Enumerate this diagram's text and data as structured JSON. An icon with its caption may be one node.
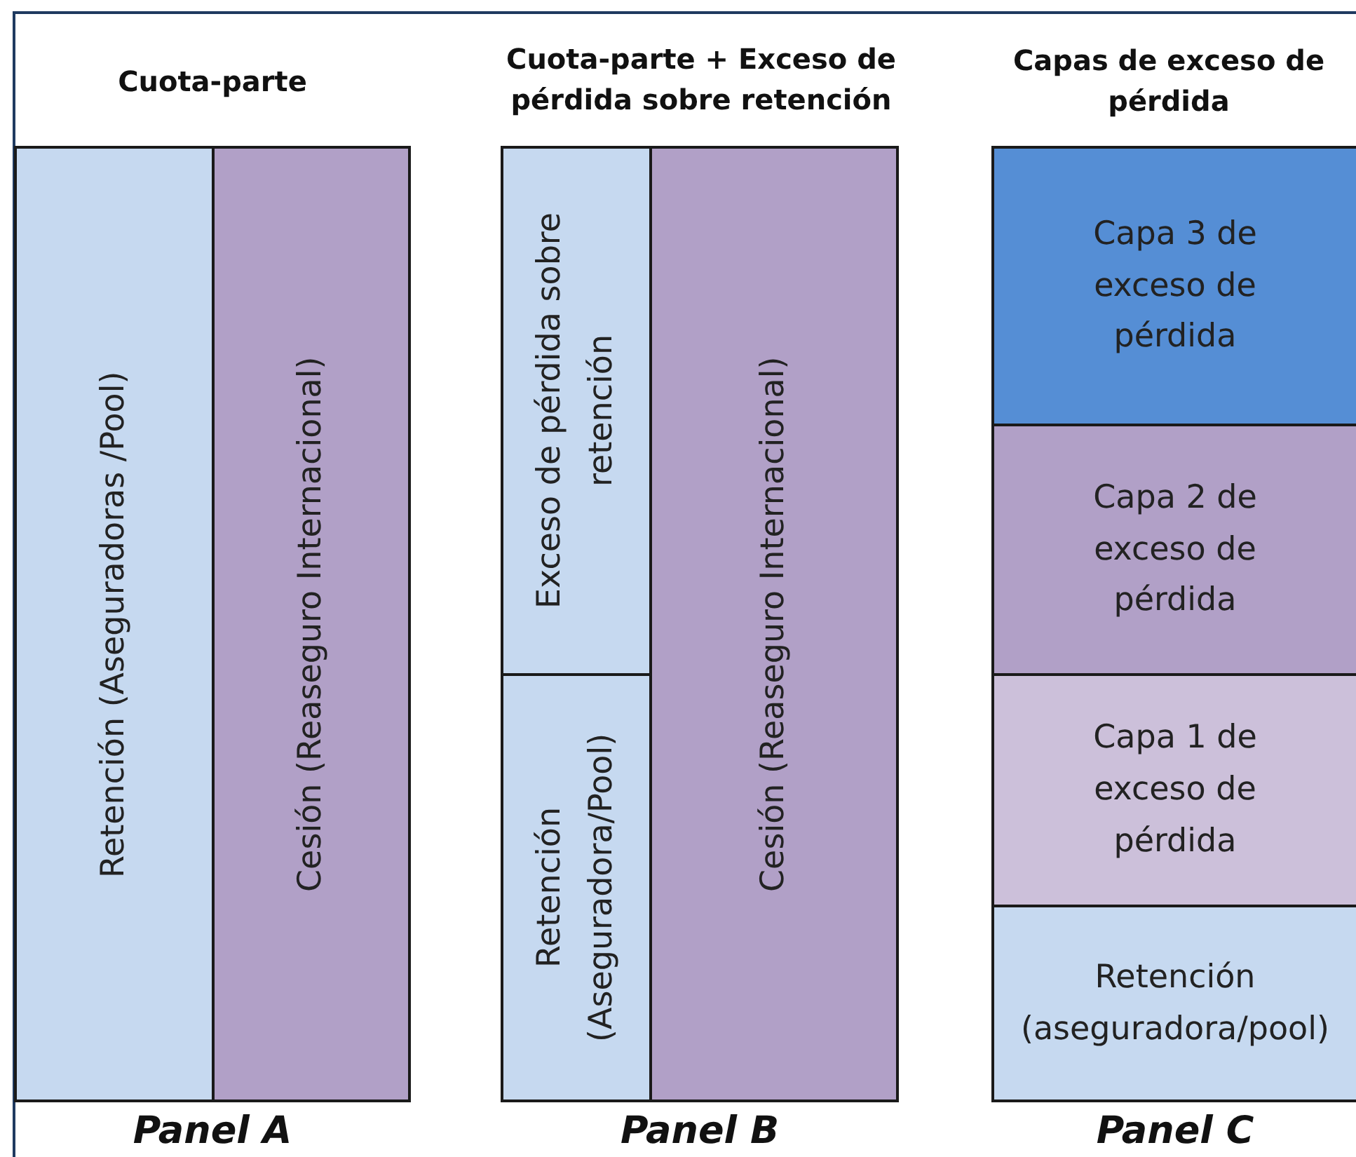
{
  "diagram": {
    "nodes": [
      {
        "text": [
          "Retención (Aseguradoras /Pool)"
        ]
      },
      {
        "text": [
          "Cesión (Reaseguro Internacional)"
        ]
      },
      {
        "text": [
          "Exceso de pérdida sobre retención"
        ]
      },
      {
        "text": [
          "Retención (Aseguradora/Pool)"
        ]
      },
      {
        "text": [
          "Cesión (Reaseguro Internacional)"
        ]
      },
      {
        "text": [
          "Capa 3 de exceso de pérdida"
        ]
      },
      {
        "text": [
          "Capa 2 de exceso de pérdida"
        ]
      },
      {
        "text": [
          "Capa 1 de exceso de pérdida"
        ]
      },
      {
        "text": [
          "Retención (aseguradora/pool)"
        ]
      }
    ],
    "edges": [],
    "labels": [
      "Cuota-parte",
      "Cuota-parte + Exceso de pérdida sobre retención",
      "Capas de exceso de pérdida",
      "Panel A",
      "Panel B",
      "Panel C"
    ]
  }
}
